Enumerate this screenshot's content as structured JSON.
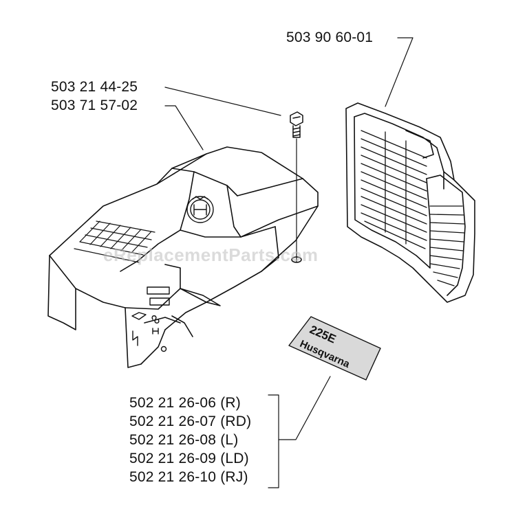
{
  "parts": {
    "grille": "503 90 60-01",
    "screw": "503 21 44-25",
    "cover": "503 71 57-02",
    "decals": [
      "502 21 26-06 (R)",
      "502 21 26-07 (RD)",
      "502 21 26-08 (L)",
      "502 21 26-09 (LD)",
      "502 21 26-10 (RJ)"
    ]
  },
  "decal_text": {
    "model": "225E",
    "brand": "Husqvarna"
  },
  "watermark": "eReplacementParts.com",
  "colors": {
    "line": "#111111",
    "watermark": "#bebebe",
    "decal_fill": "#d9d9d9"
  }
}
